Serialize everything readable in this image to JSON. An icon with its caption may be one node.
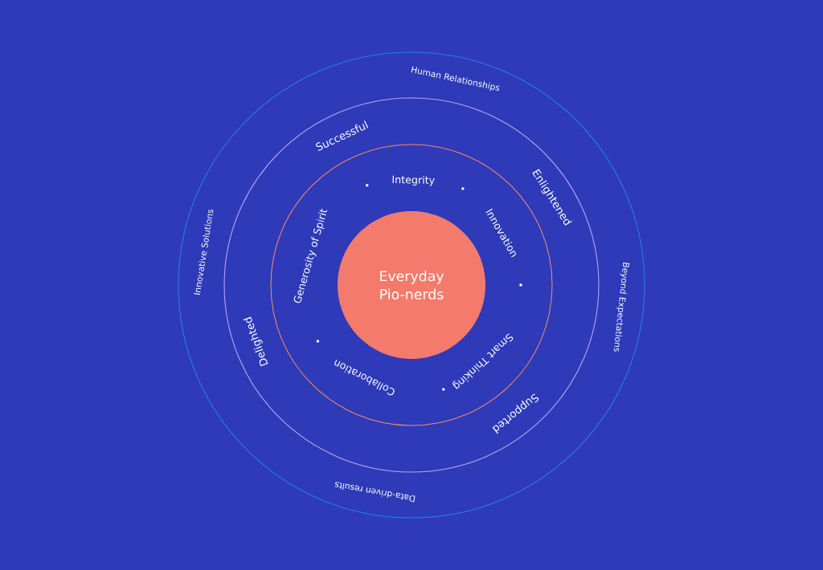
{
  "diagram": {
    "nodes": [
      {
        "text": [
          "Human Relationships",
          "Beyond Expectations",
          "Data-driven results",
          "Innovative Solutions"
        ]
      },
      {
        "text": [
          "Successful",
          "Enlightened",
          "Supported",
          "Delighted"
        ],
        "in": 0
      },
      {
        "text": [
          "Integrity",
          "Innovation",
          "Smart Thinking",
          "Collaboration",
          "Generosity of Spirit"
        ],
        "in": 1
      },
      {
        "text": [
          "Everyday Pio-nerds"
        ],
        "in": 2
      }
    ]
  }
}
